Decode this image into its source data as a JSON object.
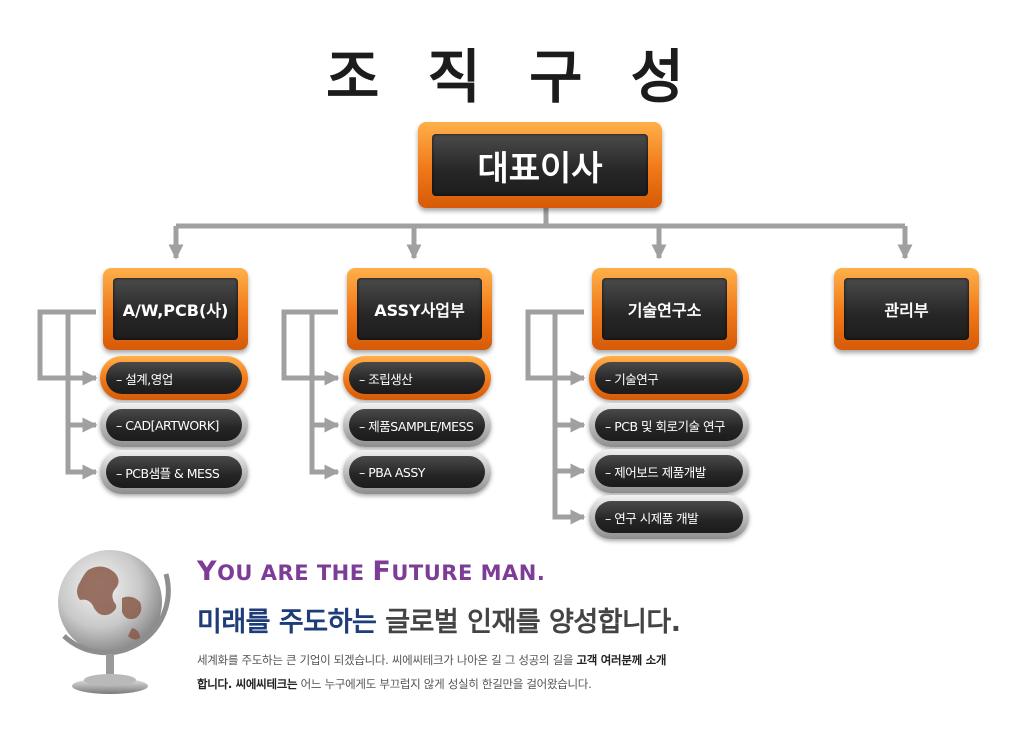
{
  "title": "조 직 구 성",
  "ceo": "대표이사",
  "departments": [
    {
      "name": "A/W,PCB(사)",
      "items": [
        "– 설계,영업",
        "– CAD[ARTWORK]",
        "– PCB샘플 & MESS"
      ]
    },
    {
      "name": "ASSY사업부",
      "items": [
        "– 조립생산",
        "– 제품SAMPLE/MESS",
        "– PBA ASSY"
      ]
    },
    {
      "name": "기술연구소",
      "items": [
        "– 기술연구",
        "– PCB 및 회로기술 연구",
        "– 제어보드 제품개발",
        "– 연구 시제품 개발"
      ]
    },
    {
      "name": "관리부",
      "items": []
    }
  ],
  "slogan": {
    "en_y": "Y",
    "en_ou": "OU ARE THE ",
    "en_f": "F",
    "en_uture": "UTURE MAN.",
    "ko_part1": "미래를 주도하는 ",
    "ko_part2": "글로벌 인재를 양성합니다."
  },
  "description": {
    "line1_a": "세계화를 주도하는 큰 기업이 되겠습니다. 씨에씨테크가 나아온 길 그 성공의 길을 ",
    "line1_b": "고객 여러분께 소개",
    "line2_a": "합니다. 씨에씨테크는",
    "line2_b": " 어느 누구에게도 부끄럽지  않게 성실히 한길만을 걸어왔습니다."
  },
  "colors": {
    "orange": "#f07818",
    "dark": "#262626",
    "purple": "#7d3c96",
    "navy": "#1d3c78",
    "line": "#a0a0a0"
  }
}
